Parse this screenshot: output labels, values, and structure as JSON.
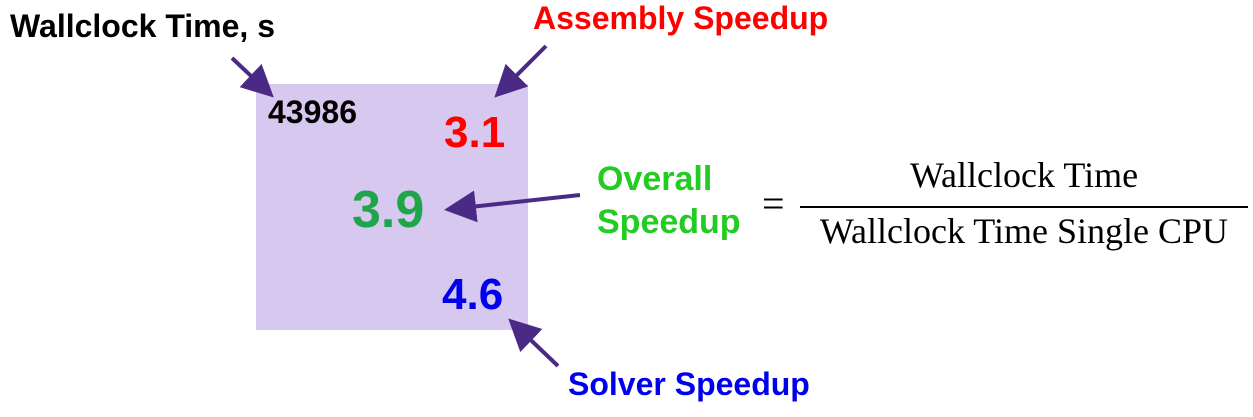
{
  "labels": {
    "wallclock_time": "Wallclock Time, s",
    "assembly_speedup": "Assembly Speedup",
    "overall_line1": "Overall",
    "overall_line2": "Speedup",
    "solver_speedup": "Solver Speedup"
  },
  "values": {
    "wallclock_time": "43986",
    "assembly_speedup": "3.1",
    "overall_speedup": "3.9",
    "solver_speedup": "4.6"
  },
  "formula": {
    "equals": "=",
    "numerator": "Wallclock Time",
    "denominator": "Wallclock Time Single CPU"
  },
  "colors": {
    "box_fill": "#d7c8f0",
    "assembly": "#ff0000",
    "overall": "#1fa64a",
    "overall_label": "#22cc22",
    "solver": "#0000ee",
    "arrow": "#4b2a85"
  }
}
